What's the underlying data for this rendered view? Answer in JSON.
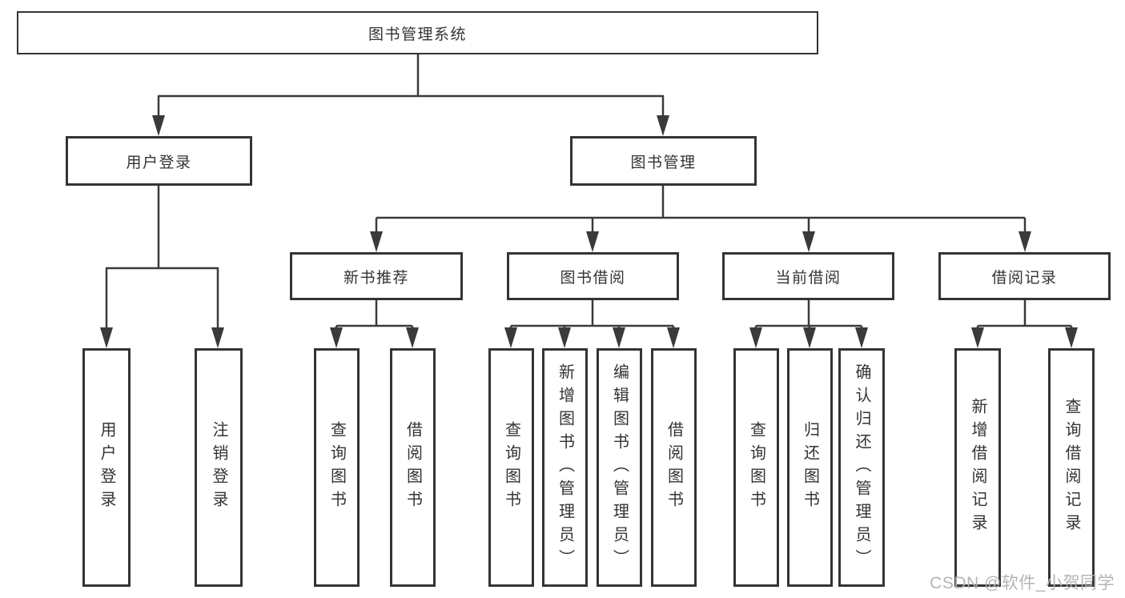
{
  "diagram": {
    "type": "hierarchy-tree",
    "title": "图书管理系统",
    "colors": {
      "background": "#ffffff",
      "line": "#3a3a3a",
      "box_border": "#343434",
      "text": "#333333",
      "watermark": "#b0b0b0"
    }
  },
  "nodes": {
    "system": {
      "label": "图书管理系统"
    },
    "user_login": {
      "label": "用户登录"
    },
    "book_management": {
      "label": "图书管理"
    },
    "new_book_recommend": {
      "label": "新书推荐"
    },
    "book_borrowing": {
      "label": "图书借阅"
    },
    "current_borrowing": {
      "label": "当前借阅"
    },
    "borrowing_records": {
      "label": "借阅记录"
    },
    "leaf_user_login": {
      "label": "用户登录"
    },
    "leaf_logout": {
      "label": "注销登录"
    },
    "nb_query_books": {
      "label": "查询图书"
    },
    "nb_borrow_books": {
      "label": "借阅图书"
    },
    "bb_query_books": {
      "label": "查询图书"
    },
    "bb_add_books": {
      "label": "新增图书（管理员）"
    },
    "bb_edit_books": {
      "label": "编辑图书（管理员）"
    },
    "bb_borrow_books": {
      "label": "借阅图书"
    },
    "cb_query_books": {
      "label": "查询图书"
    },
    "cb_return_books": {
      "label": "归还图书"
    },
    "cb_confirm_return": {
      "label": "确认归还（管理员）"
    },
    "br_add_record": {
      "label": "新增借阅记录"
    },
    "br_query_record": {
      "label": "查询借阅记录"
    }
  },
  "edges": [
    [
      "system",
      "user_login"
    ],
    [
      "system",
      "book_management"
    ],
    [
      "user_login",
      "leaf_user_login"
    ],
    [
      "user_login",
      "leaf_logout"
    ],
    [
      "book_management",
      "new_book_recommend"
    ],
    [
      "book_management",
      "book_borrowing"
    ],
    [
      "book_management",
      "current_borrowing"
    ],
    [
      "book_management",
      "borrowing_records"
    ],
    [
      "new_book_recommend",
      "nb_query_books"
    ],
    [
      "new_book_recommend",
      "nb_borrow_books"
    ],
    [
      "book_borrowing",
      "bb_query_books"
    ],
    [
      "book_borrowing",
      "bb_add_books"
    ],
    [
      "book_borrowing",
      "bb_edit_books"
    ],
    [
      "book_borrowing",
      "bb_borrow_books"
    ],
    [
      "current_borrowing",
      "cb_query_books"
    ],
    [
      "current_borrowing",
      "cb_return_books"
    ],
    [
      "current_borrowing",
      "cb_confirm_return"
    ],
    [
      "borrowing_records",
      "br_add_record"
    ],
    [
      "borrowing_records",
      "br_query_record"
    ]
  ],
  "watermark": {
    "text": "CSDN @软件_小贺同学"
  }
}
